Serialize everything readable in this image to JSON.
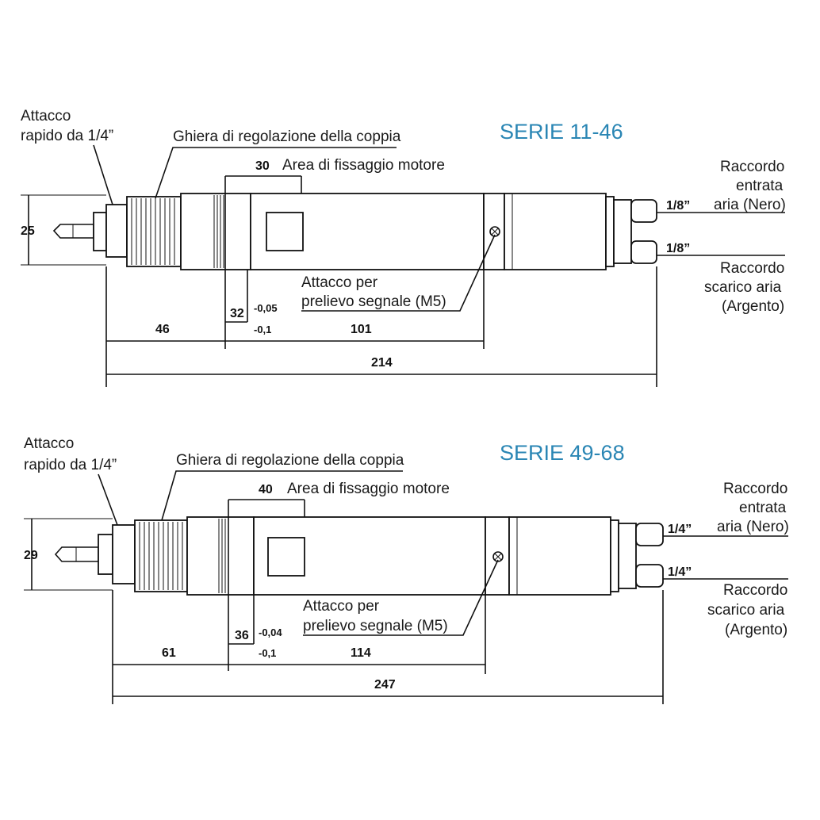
{
  "diagrams": [
    {
      "title": "SERIE 11-46",
      "label_quick_connect": [
        "Attacco",
        "rapido da 1/4”"
      ],
      "label_torque_ring": "Ghiera di regolazione della coppia",
      "motor_area_dim": "30",
      "label_motor_area": "Area di fissaggio motore",
      "label_inlet": [
        "Raccordo",
        "entrata",
        "aria (Nero)"
      ],
      "label_outlet": [
        "Raccordo",
        "scarico aria",
        "(Argento)"
      ],
      "fitting_inlet": "1/8”",
      "fitting_outlet": "1/8”",
      "label_signal": [
        "Attacco per",
        "prelievo segnale (M5)"
      ],
      "diameter": "25",
      "clamp_diameter": "32",
      "tol_upper": "-0,05",
      "tol_lower": "-0,1",
      "len_front": "46",
      "len_body": "101",
      "len_total": "214"
    },
    {
      "title": "SERIE 49-68",
      "label_quick_connect": [
        "Attacco",
        "rapido da 1/4”"
      ],
      "label_torque_ring": "Ghiera di regolazione della coppia",
      "motor_area_dim": "40",
      "label_motor_area": "Area di fissaggio motore",
      "label_inlet": [
        "Raccordo",
        "entrata",
        "aria (Nero)"
      ],
      "label_outlet": [
        "Raccordo",
        "scarico aria",
        "(Argento)"
      ],
      "fitting_inlet": "1/4”",
      "fitting_outlet": "1/4”",
      "label_signal": [
        "Attacco per",
        "prelievo segnale (M5)"
      ],
      "diameter": "29",
      "clamp_diameter": "36",
      "tol_upper": "-0,04",
      "tol_lower": "-0,1",
      "len_front": "61",
      "len_body": "114",
      "len_total": "247"
    }
  ],
  "colors": {
    "title": "#2a86b4",
    "line": "#111111"
  }
}
